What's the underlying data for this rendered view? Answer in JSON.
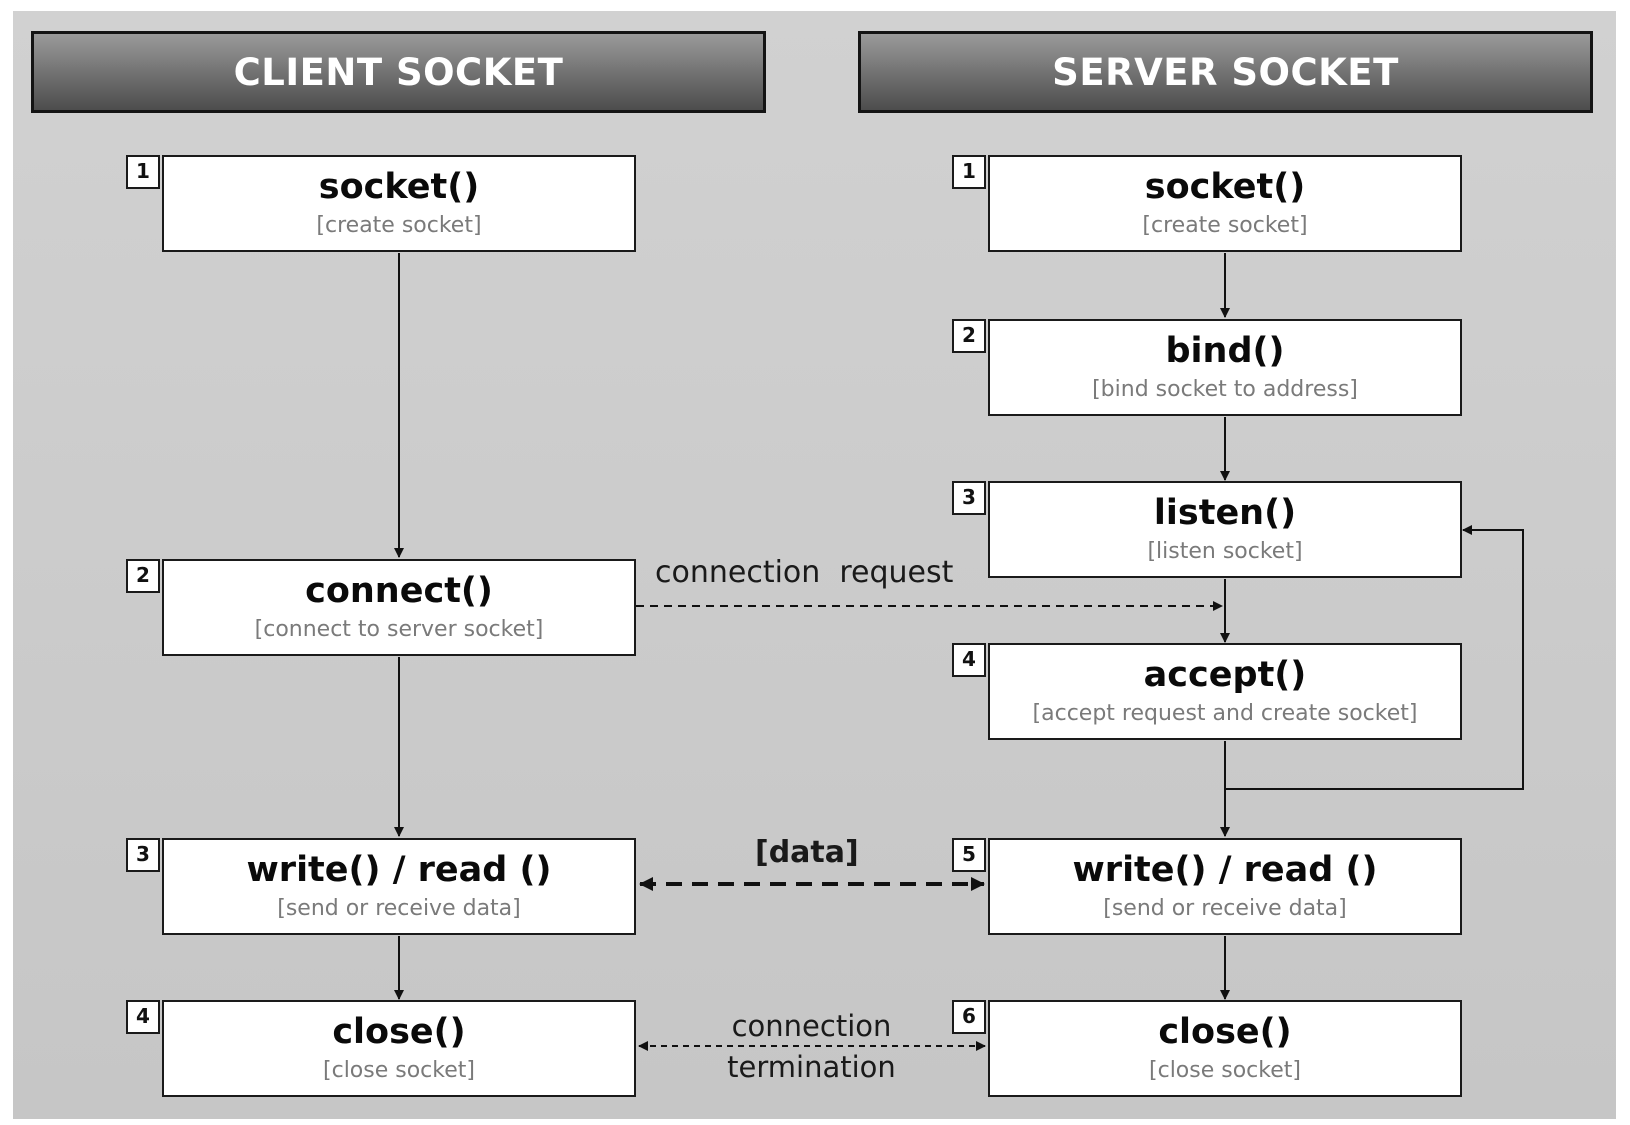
{
  "headers": {
    "client": "CLIENT SOCKET",
    "server": "SERVER SOCKET"
  },
  "client": {
    "steps": [
      {
        "num": "1",
        "fn": "socket()",
        "desc": "[create socket]"
      },
      {
        "num": "2",
        "fn": "connect()",
        "desc": "[connect to server socket]"
      },
      {
        "num": "3",
        "fn": "write() / read ()",
        "desc": "[send or receive data]"
      },
      {
        "num": "4",
        "fn": "close()",
        "desc": "[close socket]"
      }
    ]
  },
  "server": {
    "steps": [
      {
        "num": "1",
        "fn": "socket()",
        "desc": "[create socket]"
      },
      {
        "num": "2",
        "fn": "bind()",
        "desc": "[bind socket to address]"
      },
      {
        "num": "3",
        "fn": "listen()",
        "desc": "[listen socket]"
      },
      {
        "num": "4",
        "fn": "accept()",
        "desc": "[accept request and create socket]"
      },
      {
        "num": "5",
        "fn": "write() / read ()",
        "desc": "[send or receive data]"
      },
      {
        "num": "6",
        "fn": "close()",
        "desc": "[close socket]"
      }
    ]
  },
  "labels": {
    "connection_request": "connection  request",
    "data": "[data]",
    "termination_line1": "connection",
    "termination_line2": "termination"
  }
}
